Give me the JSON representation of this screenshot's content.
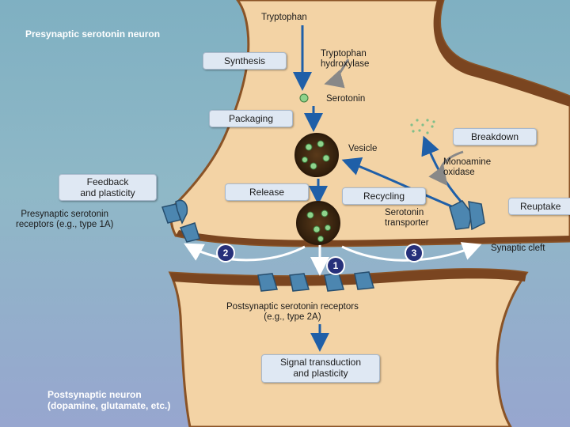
{
  "labels": {
    "presynaptic_neuron": "Presynaptic serotonin neuron",
    "tryptophan": "Tryptophan",
    "tryptophan_hydroxylase": "Tryptophan\nhydroxylase",
    "serotonin": "Serotonin",
    "vesicle": "Vesicle",
    "monoamine_oxidase": "Monoamine\noxidase",
    "presynaptic_receptors": "Presynaptic serotonin\nreceptors (e.g., type 1A)",
    "serotonin_transporter": "Serotonin\ntransporter",
    "synaptic_cleft": "Synaptic cleft",
    "postsynaptic_receptors": "Postsynaptic serotonin receptors\n(e.g., type 2A)",
    "postsynaptic_neuron": "Postsynaptic neuron\n(dopamine, glutamate, etc.)"
  },
  "boxes": {
    "synthesis": "Synthesis",
    "packaging": "Packaging",
    "breakdown": "Breakdown",
    "feedback": "Feedback\nand plasticity",
    "release": "Release",
    "recycling": "Recycling",
    "reuptake": "Reuptake",
    "signal": "Signal transduction\nand plasticity"
  },
  "badges": {
    "one": "1",
    "two": "2",
    "three": "3"
  },
  "colors": {
    "neuron_fill": "#f3d3a5",
    "neuron_edge": "#8a5326",
    "arrow_blue": "#1f5fa8",
    "receptor_blue": "#4c86b0",
    "serotonin_green": "#8fd38c",
    "badge_navy": "#26307a"
  }
}
